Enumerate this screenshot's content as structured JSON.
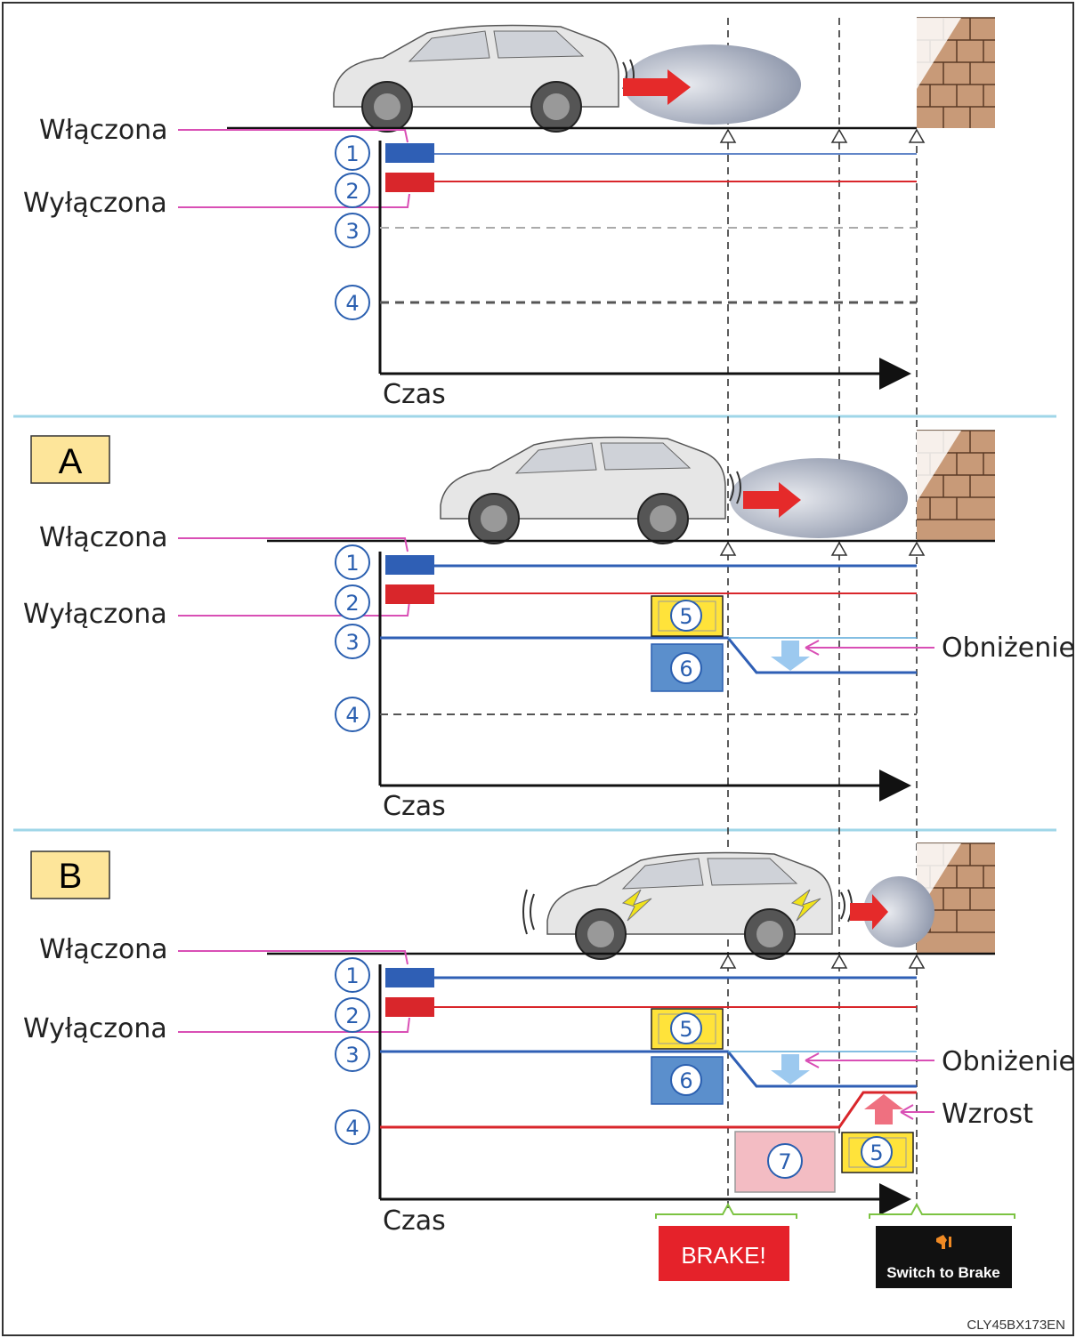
{
  "labels": {
    "on": "Włączona",
    "off": "Wyłączona",
    "time": "Czas",
    "decrease": "Obniżenie",
    "increase": "Wzrost"
  },
  "sections": {
    "a": "A",
    "b": "B"
  },
  "markers": [
    "1",
    "2",
    "3",
    "4",
    "5",
    "6",
    "7"
  ],
  "displays": {
    "brake": "BRAKE!",
    "switch_to_brake": "Switch to Brake"
  },
  "figure_code": "CLY45BX173EN",
  "colors": {
    "blue": "#2f5fb5",
    "red": "#d9262b",
    "light_blue": "#5aa8d8",
    "yellow_box": "#ffe33a",
    "blue_box": "#5b8fcc",
    "pink_box": "#f3bcc3",
    "label_pink": "#d94fb5",
    "green_bracket": "#7cc342",
    "panel_tag": "#fde59a"
  },
  "icons": [
    "car-icon",
    "radar-beam-icon",
    "wall-icon",
    "arrow-up-icon",
    "arrow-down-icon",
    "warning-lamp-icon"
  ]
}
